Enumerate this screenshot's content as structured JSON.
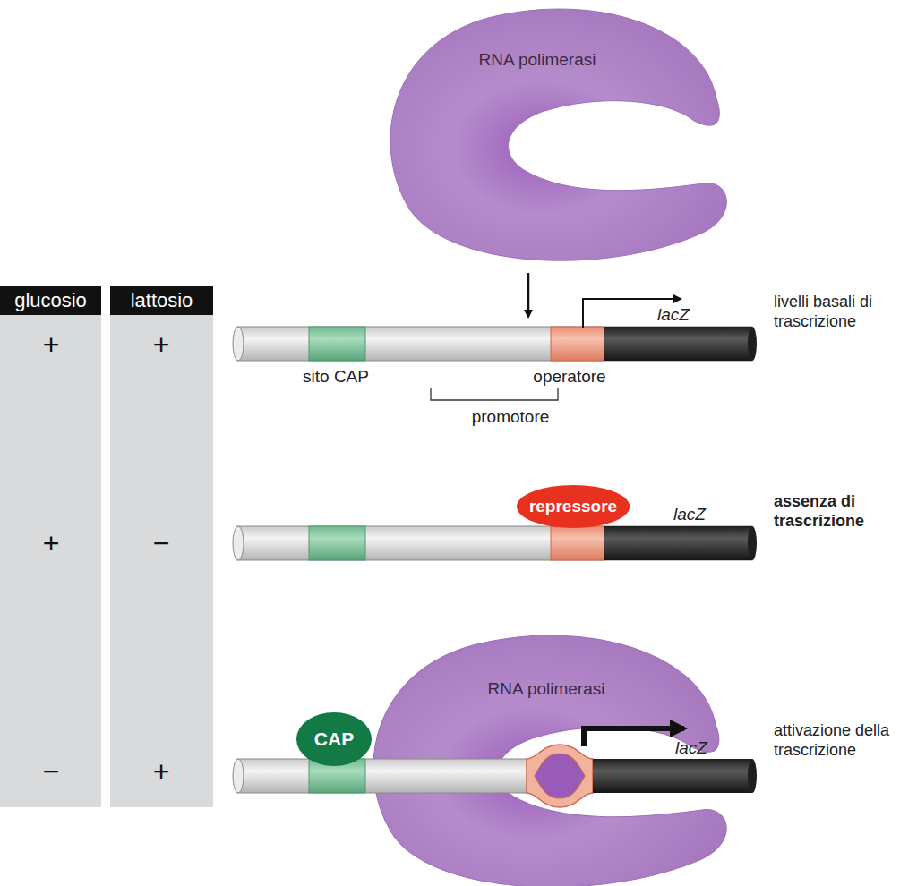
{
  "diagram": {
    "nodes": [
      {
        "text": [
          "RNA polimerasi"
        ]
      },
      {
        "text": [
          "glucosio"
        ]
      },
      {
        "text": [
          "lattosio"
        ]
      },
      {
        "text": [
          "repressore"
        ]
      },
      {
        "text": [
          "RNA polimerasi"
        ]
      },
      {
        "text": [
          "CAP"
        ]
      }
    ],
    "labels": [
      "+",
      "+",
      "sito CAP",
      "operatore",
      "promotore",
      "lacZ",
      "livelli basali di trascrizione",
      "+",
      "−",
      "lacZ",
      "assenza di trascrizione",
      "−",
      "+",
      "lacZ",
      "attivazione della trascrizione"
    ]
  }
}
